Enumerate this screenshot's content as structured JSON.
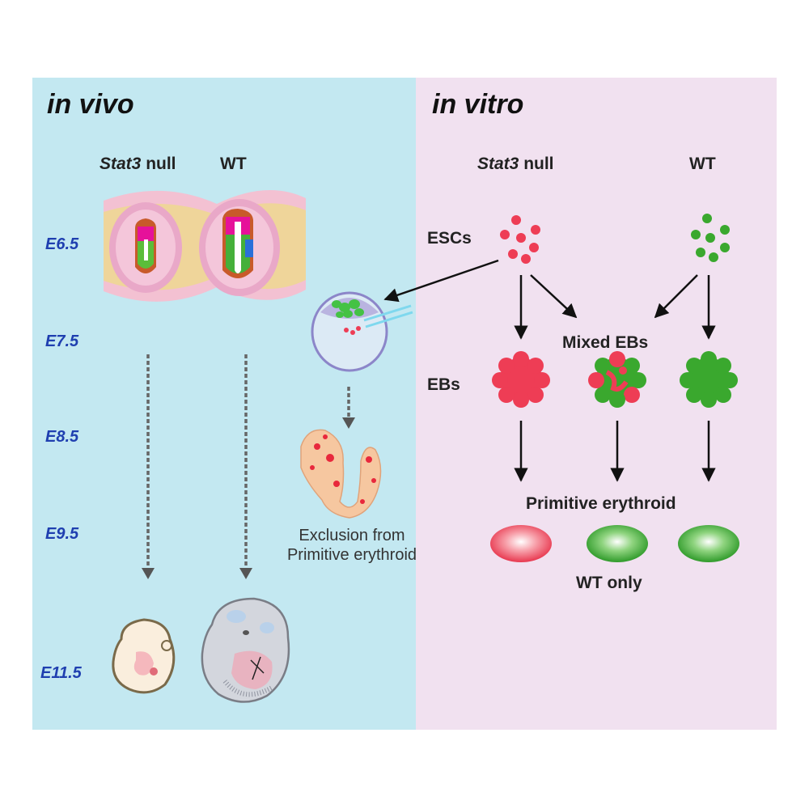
{
  "in_vivo": {
    "heading": "in vivo",
    "col_null_gene": "Stat3",
    "col_null_suffix": " null",
    "col_wt": "WT",
    "stages": [
      "E6.5",
      "E7.5",
      "E8.5",
      "E9.5",
      "E11.5"
    ],
    "exclusion_line1": "Exclusion from",
    "exclusion_line2": "Primitive erythroid"
  },
  "in_vitro": {
    "heading": "in vitro",
    "col_null_gene": "Stat3",
    "col_null_suffix": " null",
    "col_wt": "WT",
    "escs_label": "ESCs",
    "mixed_label": "Mixed EBs",
    "ebs_label": "EBs",
    "primitive_label": "Primitive erythroid",
    "wt_only_label": "WT only"
  },
  "colors": {
    "in_vivo_bg": "#c3e8f1",
    "in_vitro_bg": "#f1e1f0",
    "stat3_null_cells": "#ee3d55",
    "wt_cells": "#3aa82e",
    "stage_text": "#1f3fb0"
  }
}
